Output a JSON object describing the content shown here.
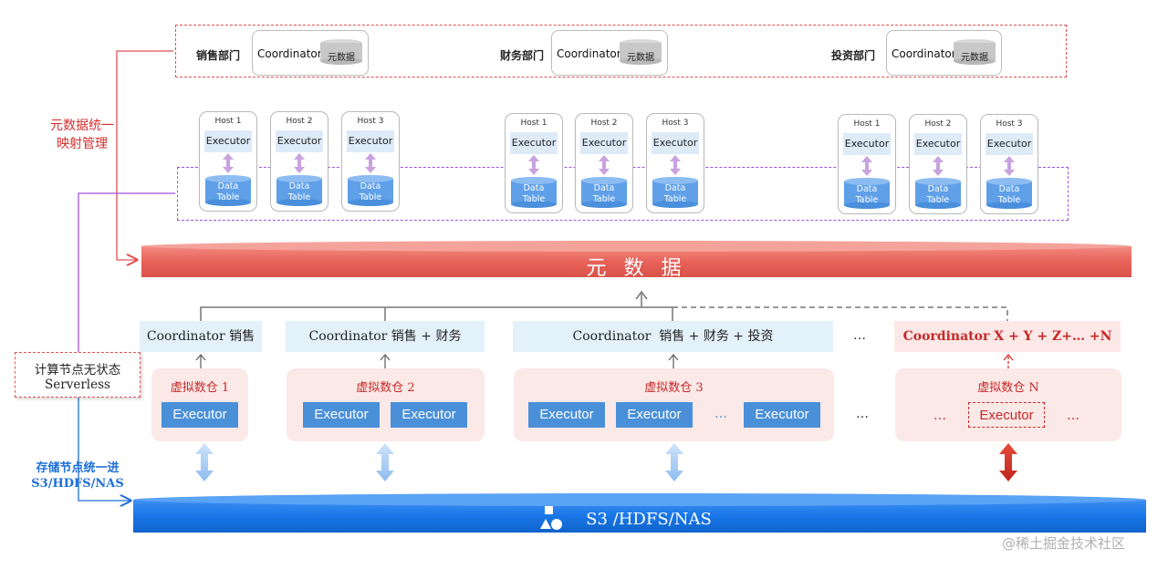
{
  "departments": [
    {
      "label": "销售部门",
      "coordinator": "Coordinator",
      "metadata": "元数据"
    },
    {
      "label": "财务部门",
      "coordinator": "Coordinator",
      "metadata": "元数据"
    },
    {
      "label": "投资部门",
      "coordinator": "Coordinator",
      "metadata": "元数据"
    }
  ],
  "hosts": {
    "names": [
      "Host 1",
      "Host 2",
      "Host 3"
    ],
    "executor": "Executor",
    "data_table": [
      "Data",
      "Table"
    ]
  },
  "side": {
    "metadata_unified": [
      "元数据统一",
      "映射管理"
    ],
    "compute_stateless": [
      "计算节点无状态",
      "Serverless"
    ],
    "storage_unified": [
      "存储节点统一进",
      "S3/HDFS/NAS"
    ]
  },
  "metadata_bar": "元 数 据",
  "coordinators": [
    "Coordinator 销售",
    "Coordinator 销售 + 财务",
    "Coordinator  销售 + 财务 + 投资",
    "Coordinator X + Y + Z+… +N"
  ],
  "ellipsis": "…",
  "warehouses": [
    {
      "title": "虚拟数仓 1",
      "executors": [
        "Executor"
      ]
    },
    {
      "title": "虚拟数仓 2",
      "executors": [
        "Executor",
        "Executor"
      ]
    },
    {
      "title": "虚拟数仓 3",
      "executors": [
        "Executor",
        "Executor",
        "Executor"
      ],
      "dots": "…"
    },
    {
      "title": "虚拟数仓 N",
      "executors": [
        "Executor"
      ],
      "dots": "…"
    }
  ],
  "storage_bar": "S3 /HDFS/NAS",
  "watermark": "@稀土掘金技术社区",
  "colors": {
    "metadata_bar": "#e8625a",
    "storage_bar": "#1976e6",
    "executor": "#4a90d9",
    "coordinator_bg": "#e3f1fb",
    "warehouse_bg": "#fbe9e7",
    "accent_red": "#c62828",
    "data_table": "#5fa0e8",
    "sync_arrow": "#c9a2e0"
  }
}
